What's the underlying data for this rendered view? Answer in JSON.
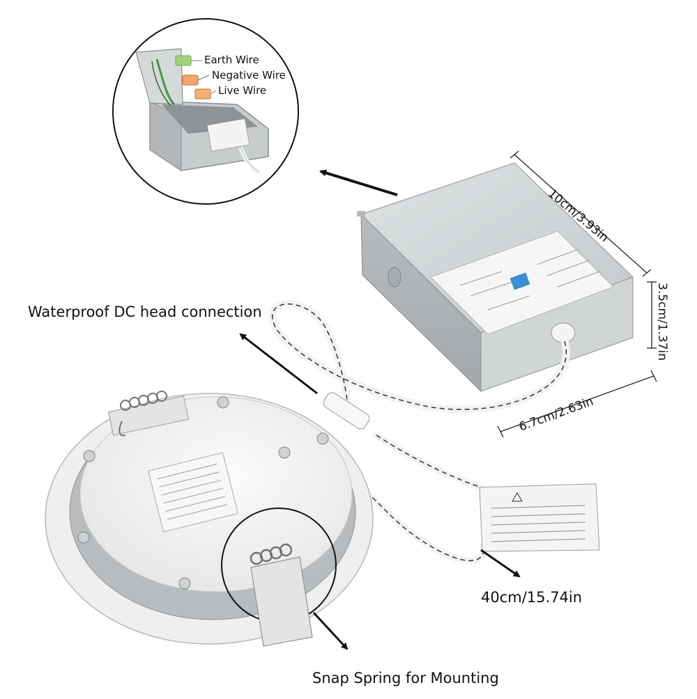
{
  "inset": {
    "earth_wire": "Earth Wire",
    "negative_wire": "Negative Wire",
    "live_wire": "Live Wire"
  },
  "dimensions": {
    "length": "10cm/3.93in",
    "height": "3.5cm/1.37in",
    "width": "6.7cm/2.63in",
    "cable_length": "40cm/15.74in"
  },
  "callouts": {
    "dc_connection": "Waterproof DC head connection",
    "snap_spring": "Snap Spring for Mounting"
  },
  "colors": {
    "earth_wire": "#3f9a3a",
    "box_body": "#c9cdcf",
    "panel_face": "#f2f2f0",
    "heatsink": "#b9bcbe",
    "arrow": "#111111"
  }
}
